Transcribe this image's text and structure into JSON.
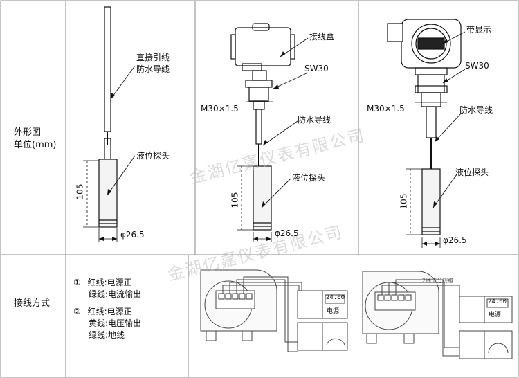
{
  "rows": {
    "outline_label_1": "外形图",
    "outline_label_2": "单位(mm)",
    "wiring_label": "接线方式"
  },
  "col1": {
    "cable_label_1": "直接引线",
    "cable_label_2": "防水导线",
    "probe_label": "液位探头",
    "dim_height": "105",
    "dim_dia": "φ26.5"
  },
  "col2": {
    "box_label": "接线盒",
    "sw_label": "SW30",
    "thread_label": "M30×1.5",
    "cable_label": "防水导线",
    "probe_label": "液位探头",
    "dim_height": "105",
    "dim_dia": "φ26.5"
  },
  "col3": {
    "display_label": "带显示",
    "sw_label": "SW30",
    "thread_label": "M30×1.5",
    "cable_label": "防水导线",
    "probe_label": "液位探头",
    "dim_height": "105",
    "dim_dia": "φ26.5"
  },
  "wiring": {
    "opt1_num": "①",
    "opt1_line1": "红线:电源正",
    "opt1_line2": "绿线:电流输出",
    "opt2_num": "②",
    "opt2_line1": "红线:电源正",
    "opt2_line2": "黄线:电压输出",
    "opt2_line3": "绿线:地线",
    "meter_text": "24.00",
    "meter_unit": "电源",
    "small_note": "2线下分规格"
  },
  "watermark": {
    "w1": "金湖亿嘉仪表有限公司",
    "w2": "金湖亿嘉仪表有限公司"
  }
}
